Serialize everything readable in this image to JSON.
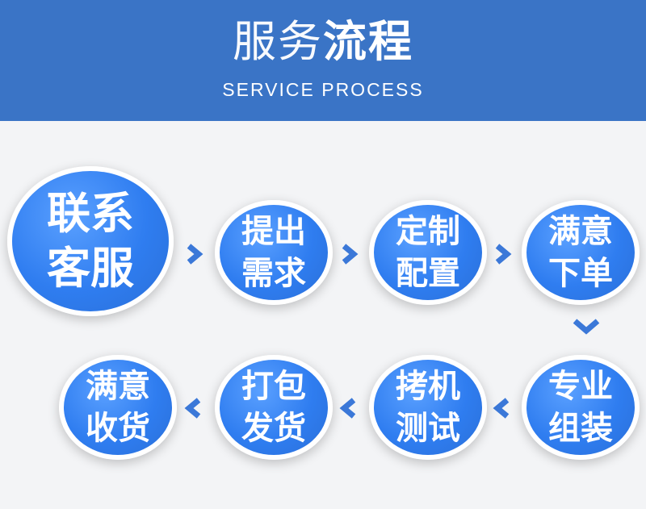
{
  "header": {
    "title_light": "服务",
    "title_bold": "流程",
    "subtitle": "SERVICE PROCESS"
  },
  "steps": [
    {
      "label": "联系\n客服"
    },
    {
      "label": "提出\n需求"
    },
    {
      "label": "定制\n配置"
    },
    {
      "label": "满意\n下单"
    },
    {
      "label": "专业\n组装"
    },
    {
      "label": "拷机\n测试"
    },
    {
      "label": "打包\n发货"
    },
    {
      "label": "满意\n收货"
    }
  ],
  "colors": {
    "header_bg": "#3a74c6",
    "circle_blue": "#2f7df0",
    "arrow_blue": "#3b78d8",
    "background": "#f3f4f6"
  },
  "icons": {
    "arrow_right": "chevron-right-icon",
    "arrow_down": "chevron-down-icon",
    "arrow_left": "chevron-left-icon"
  }
}
